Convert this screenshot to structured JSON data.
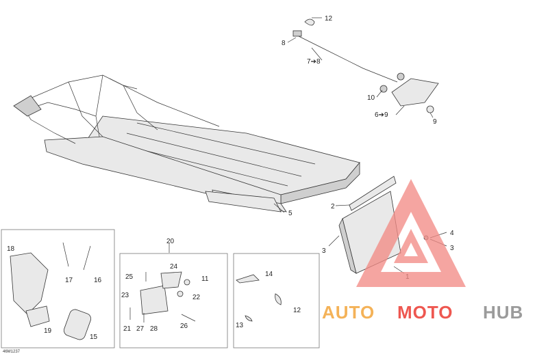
{
  "diagram": {
    "callouts": {
      "c1": "1",
      "c2": "2",
      "c3a": "3",
      "c3b": "3",
      "c4": "4",
      "c5": "5",
      "c6_9": "6➔9",
      "c7_8": "7➔8",
      "c8": "8",
      "c9": "9",
      "c10": "10",
      "c11": "11",
      "c12a": "12",
      "c12b": "12",
      "c13": "13",
      "c14": "14",
      "c15": "15",
      "c16": "16",
      "c17": "17",
      "c18": "18",
      "c19": "19",
      "c20": "20",
      "c21": "21",
      "c22": "22",
      "c23": "23",
      "c24": "24",
      "c25": "25",
      "c26": "26",
      "c27": "27",
      "c28": "28"
    },
    "figure_code": "46M1237"
  },
  "watermark": {
    "part1": "AUTO",
    "part2": "MOTO",
    "part3": "HUB",
    "color_orange": "#f3a53b",
    "color_red": "#ec3a32",
    "color_gray": "#8a8a8a",
    "triangle_color": "#f28a84"
  }
}
